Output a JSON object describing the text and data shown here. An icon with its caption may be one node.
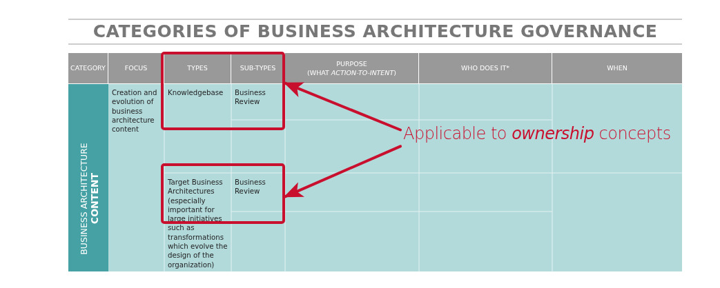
{
  "diagram": {
    "title": "CATEGORIES OF BUSINESS ARCHITECTURE GOVERNANCE",
    "nodes": [
      {
        "text": [
          "Applicable to *ownership* concepts"
        ]
      },
      {
        "text": [],
        "shape": "box"
      },
      {
        "text": [],
        "shape": "box"
      }
    ],
    "edges": [
      {
        "from": 0,
        "to": 1,
        "arrow": "to"
      },
      {
        "from": 0,
        "to": 2,
        "arrow": "to"
      }
    ],
    "labels": [
      "CATEGORY",
      "FOCUS",
      "TYPES",
      "SUB-TYPES",
      "PURPOSE",
      "(WHAT *ACTION-TO-INTENT*)",
      "WHO DOES IT*",
      "WHEN",
      "BUSINESS ARCHITECTURE",
      "CONTENT",
      "Creation and evolution of business architecture content",
      "Knowledgebase",
      "Business Review",
      "Target Business Architectures (especially important for large initiatives such as transformations which evolve the design of the organization)",
      "Business Review"
    ]
  }
}
